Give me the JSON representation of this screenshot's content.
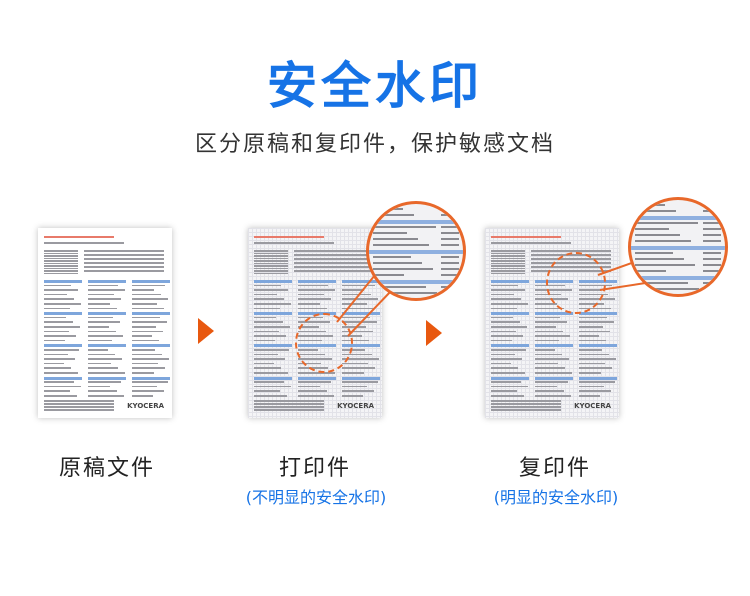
{
  "title": "安全水印",
  "subtitle": "区分原稿和复印件，保护敏感文档",
  "colors": {
    "title": "#1673e6",
    "arrow": "#e8580f",
    "highlight": "#e8682a"
  },
  "items": [
    {
      "label": "原稿文件",
      "note": ""
    },
    {
      "label": "打印件",
      "note": "(不明显的安全水印)"
    },
    {
      "label": "复印件",
      "note": "(明显的安全水印)"
    }
  ],
  "doc_logo": "KYOCERA"
}
